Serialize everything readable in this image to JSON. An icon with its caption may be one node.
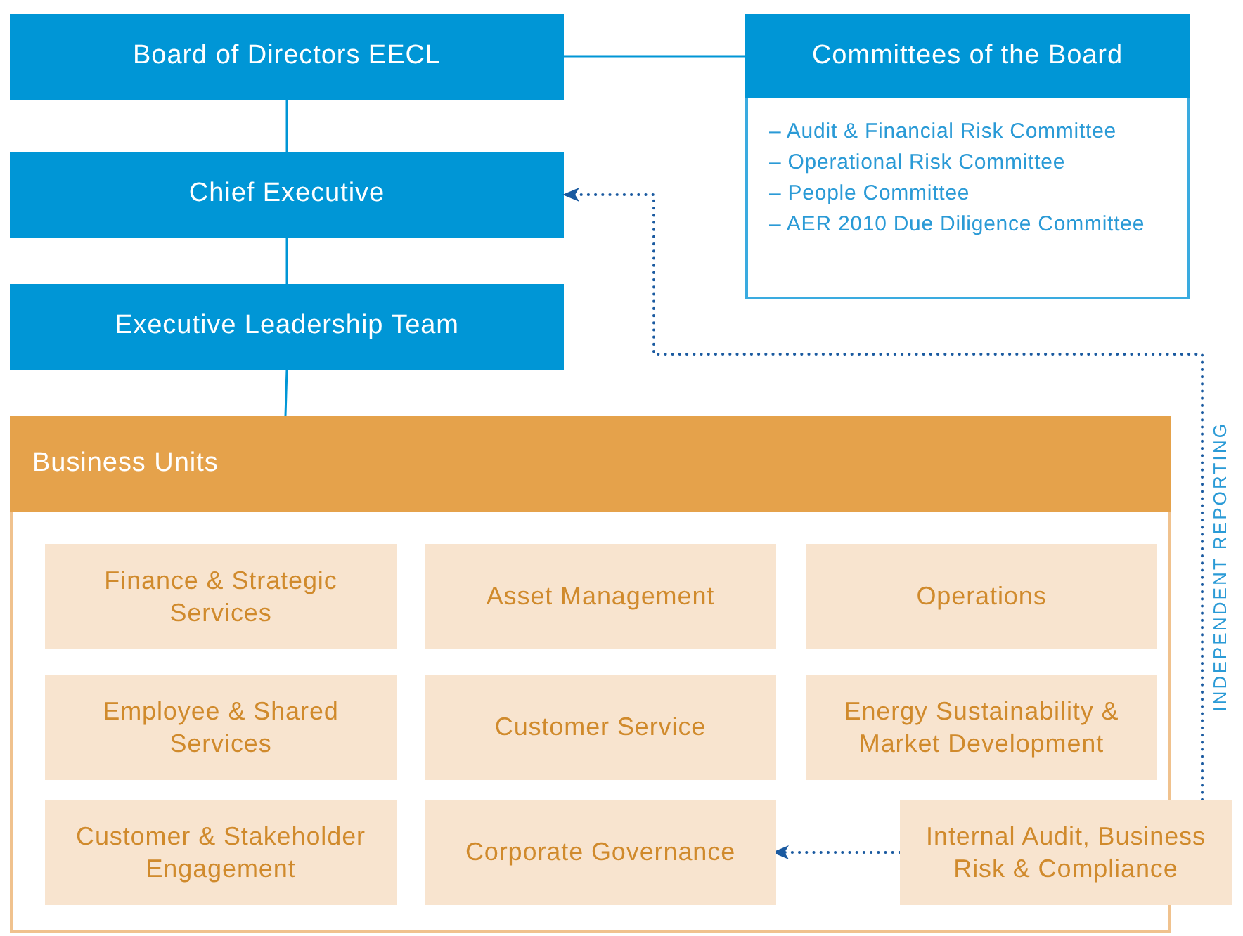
{
  "diagram": {
    "nodes": [
      {
        "text": [
          "Board of Directors EECL"
        ]
      },
      {
        "text": [
          "Committees of the Board",
          "– Audit & Financial Risk Committee",
          "– Operational Risk Committee",
          "– People Committee",
          "– AER 2010 Due Diligence Committee"
        ]
      },
      {
        "text": [
          "Chief Executive"
        ]
      },
      {
        "text": [
          "Executive Leadership Team"
        ]
      },
      {
        "text": [
          "Business Units"
        ]
      },
      {
        "text": [
          "Finance & Strategic Services"
        ],
        "in": 4
      },
      {
        "text": [
          "Asset Management"
        ],
        "in": 4
      },
      {
        "text": [
          "Operations"
        ],
        "in": 4
      },
      {
        "text": [
          "Employee & Shared Services"
        ],
        "in": 4
      },
      {
        "text": [
          "Customer Service"
        ],
        "in": 4
      },
      {
        "text": [
          "Energy Sustainability & Market Development"
        ],
        "in": 4
      },
      {
        "text": [
          "Customer & Stakeholder Engagement"
        ],
        "in": 4
      },
      {
        "text": [
          "Corporate Governance"
        ],
        "in": 4
      },
      {
        "text": [
          "Internal Audit, Business Risk & Compliance"
        ]
      }
    ],
    "edges": [
      {
        "from": 0,
        "to": 1,
        "arrow": "none"
      },
      {
        "from": 0,
        "to": 2,
        "arrow": "none"
      },
      {
        "from": 2,
        "to": 3,
        "arrow": "none"
      },
      {
        "from": 3,
        "to": 4,
        "arrow": "none"
      },
      {
        "from": 13,
        "to": 2,
        "arrow": "to",
        "label": "INDEPENDENT REPORTING",
        "style": "dashed",
        "color": "#1a5aa0"
      },
      {
        "from": 13,
        "to": 12,
        "arrow": "to",
        "style": "dashed",
        "color": "#1a5aa0"
      }
    ]
  }
}
